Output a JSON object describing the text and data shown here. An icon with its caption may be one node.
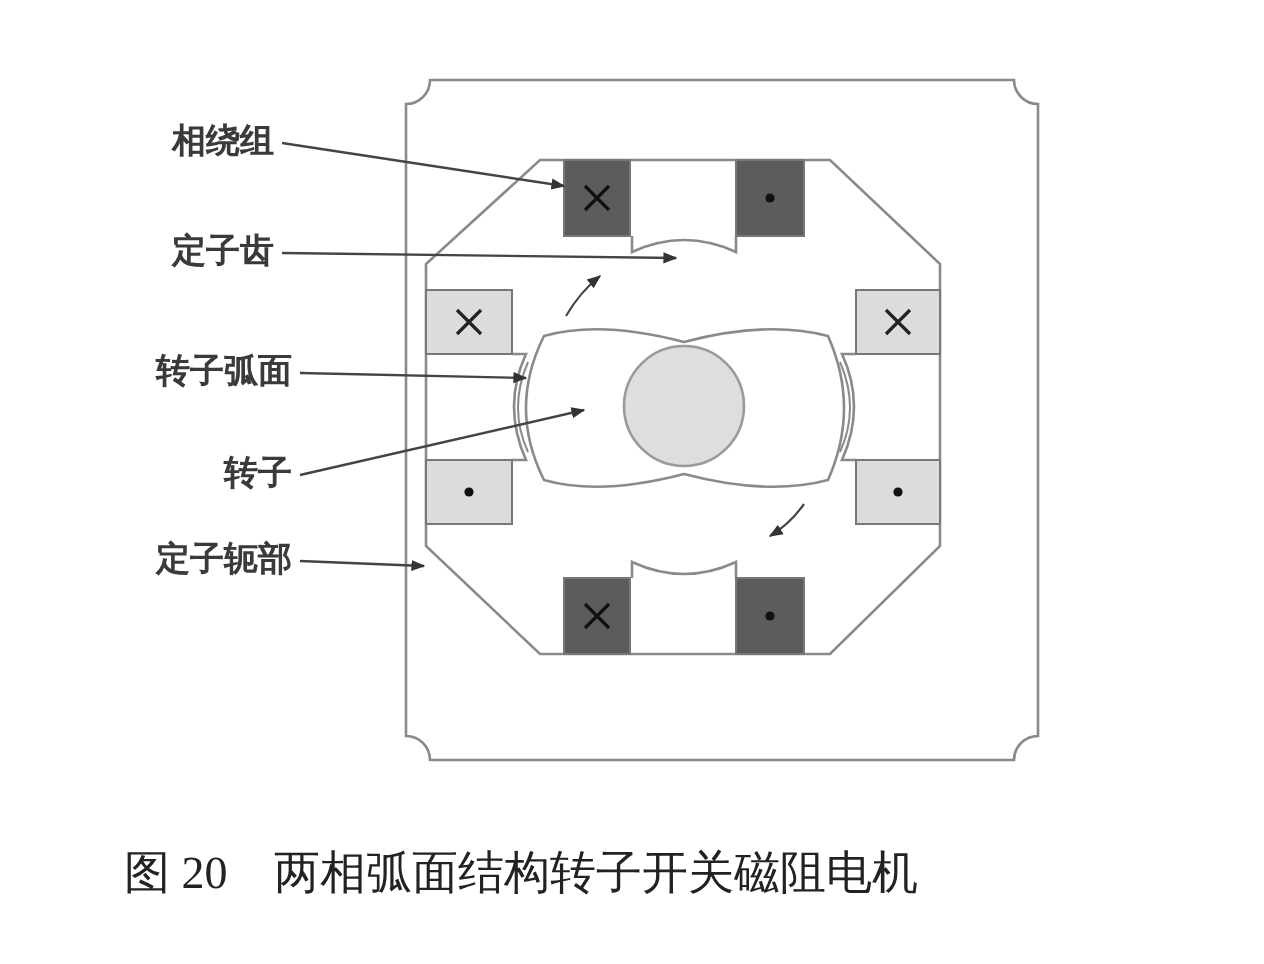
{
  "diagram": {
    "caption": "图 20    两相弧面结构转子开关磁阻电机",
    "nodes": [
      {
        "text": [
          "相绕组"
        ]
      },
      {
        "text": [
          "定子齿"
        ]
      },
      {
        "text": [
          "转子弧面"
        ]
      },
      {
        "text": [
          "转子"
        ]
      },
      {
        "text": [
          "定子轭部"
        ]
      },
      {
        "text": [],
        "shape": "octagon"
      },
      {
        "text": [],
        "shape": "box",
        "in": 5
      },
      {
        "text": [],
        "shape": "picture",
        "in": 5
      }
    ],
    "edges": [
      {
        "from": 0,
        "to": 6,
        "arrow": "to"
      },
      {
        "from": 1,
        "to": 5,
        "arrow": "to"
      },
      {
        "from": 2,
        "to": 7,
        "arrow": "to"
      },
      {
        "from": 3,
        "to": 7,
        "arrow": "to"
      },
      {
        "from": 4,
        "to": 5,
        "arrow": "to"
      }
    ]
  }
}
